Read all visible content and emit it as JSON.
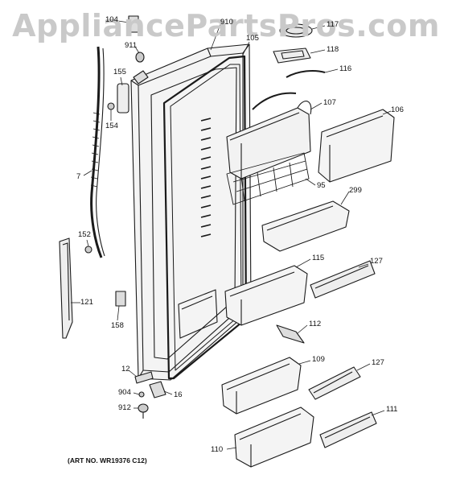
{
  "watermark": "AppliancePartsPros.com",
  "art_number": "(ART NO. WR19376 C12)",
  "labels": {
    "p104": "104",
    "p911": "911",
    "p910": "910",
    "p105": "105",
    "p117": "117",
    "p118": "118",
    "p116": "116",
    "p155": "155",
    "p154": "154",
    "p107": "107",
    "p106": "106",
    "p7": "7",
    "p95": "95",
    "p299": "299",
    "p152": "152",
    "p115": "115",
    "p127a": "127",
    "p121": "121",
    "p158": "158",
    "p112": "112",
    "p12": "12",
    "p109": "109",
    "p127b": "127",
    "p904": "904",
    "p16": "16",
    "p912": "912",
    "p111": "111",
    "p110": "110"
  }
}
